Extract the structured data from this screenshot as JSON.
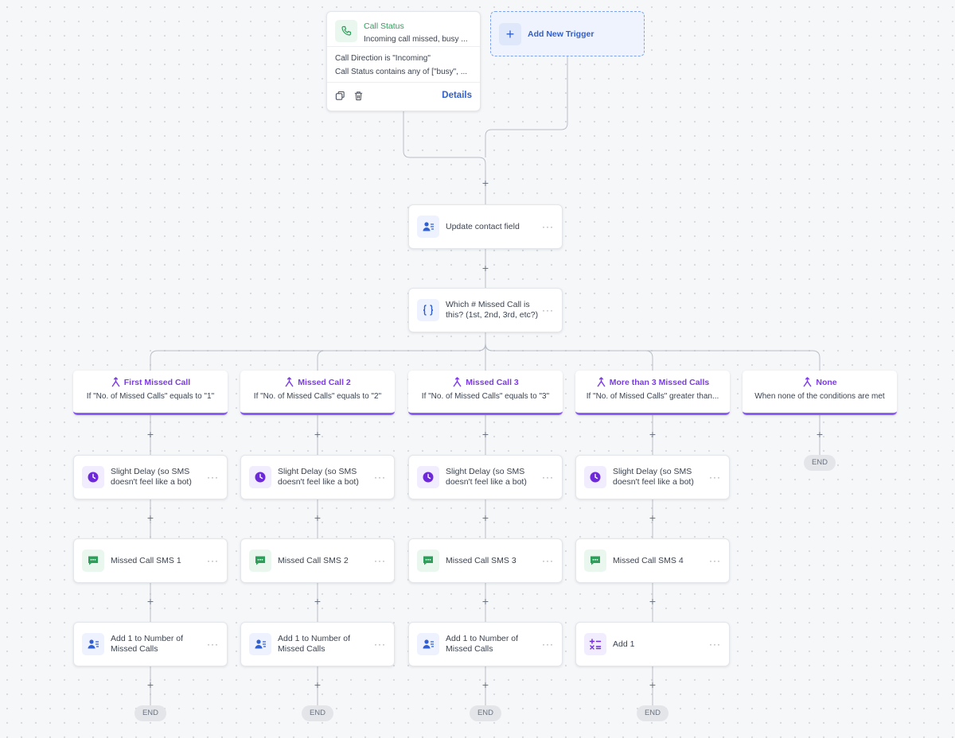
{
  "trigger": {
    "title": "Call Status",
    "subtitle": "Incoming call missed, busy ...",
    "conditions": [
      "Call Direction is \"Incoming\"",
      "Call Status contains any of [\"busy\", ..."
    ],
    "details_label": "Details",
    "icon": "phone-icon"
  },
  "add_trigger": {
    "label": "Add New Trigger"
  },
  "top_actions": [
    {
      "label": "Update contact field",
      "icon": "contact-icon"
    },
    {
      "label": "Which # Missed Call is this? (1st, 2nd, 3rd, etc?)",
      "icon": "code-braces-icon"
    }
  ],
  "branches": [
    {
      "title": "First Missed Call",
      "condition": "If \"No. of Missed Calls\" equals to \"1\"",
      "steps": [
        {
          "label": "Slight Delay (so SMS doesn't feel like a bot)",
          "icon": "clock-icon"
        },
        {
          "label": "Missed Call SMS 1",
          "icon": "sms-icon"
        },
        {
          "label": "Add 1 to Number of Missed Calls",
          "icon": "contact-icon"
        }
      ],
      "end_label": "END"
    },
    {
      "title": "Missed Call 2",
      "condition": "If \"No. of Missed Calls\" equals to \"2\"",
      "steps": [
        {
          "label": "Slight Delay (so SMS doesn't feel like a bot)",
          "icon": "clock-icon"
        },
        {
          "label": "Missed Call SMS 2",
          "icon": "sms-icon"
        },
        {
          "label": "Add 1 to Number of Missed Calls",
          "icon": "contact-icon"
        }
      ],
      "end_label": "END"
    },
    {
      "title": "Missed Call 3",
      "condition": "If \"No. of Missed Calls\" equals to \"3\"",
      "steps": [
        {
          "label": "Slight Delay (so SMS doesn't feel like a bot)",
          "icon": "clock-icon"
        },
        {
          "label": "Missed Call SMS 3",
          "icon": "sms-icon"
        },
        {
          "label": "Add 1 to Number of Missed Calls",
          "icon": "contact-icon"
        }
      ],
      "end_label": "END"
    },
    {
      "title": "More than 3 Missed Calls",
      "condition": "If \"No. of Missed Calls\" greater than...",
      "steps": [
        {
          "label": "Slight Delay (so SMS doesn't feel like a bot)",
          "icon": "clock-icon"
        },
        {
          "label": "Missed Call SMS 4",
          "icon": "sms-icon"
        },
        {
          "label": "Add 1",
          "icon": "math-operators-icon"
        }
      ],
      "end_label": "END"
    },
    {
      "title": "None",
      "condition": "When none of the conditions are met",
      "steps": [],
      "end_label": "END"
    }
  ],
  "colors": {
    "branch_accent": "#8b5cf6",
    "trigger_title": "#2f9e5b",
    "link_blue": "#2f5fd0",
    "wire": "#b9bec7"
  }
}
